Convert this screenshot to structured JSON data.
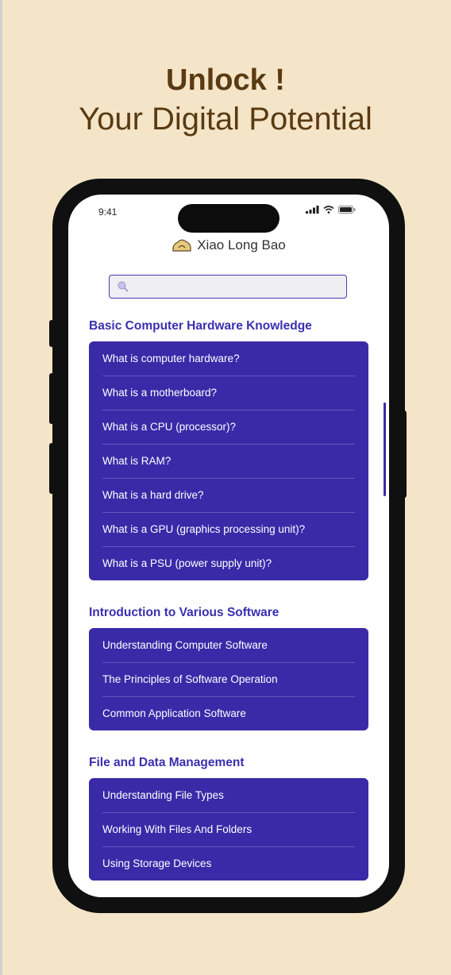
{
  "headline": {
    "line1": "Unlock !",
    "line2": "Your Digital Potential"
  },
  "status_bar": {
    "time": "9:41"
  },
  "brand": {
    "name": "Xiao Long Bao"
  },
  "search": {
    "placeholder": "",
    "value": ""
  },
  "sections": [
    {
      "title": "Basic Computer Hardware Knowledge",
      "items": [
        "What is computer hardware?",
        "What is a motherboard?",
        "What is a CPU (processor)?",
        "What is RAM?",
        "What is a hard drive?",
        "What is a GPU (graphics processing unit)?",
        "What is a PSU (power supply unit)?"
      ]
    },
    {
      "title": "Introduction to Various Software",
      "items": [
        "Understanding Computer Software",
        "The Principles of Software Operation",
        "Common Application Software"
      ]
    },
    {
      "title": "File and Data Management",
      "items": [
        "Understanding File Types",
        "Working With Files And Folders",
        "Using Storage Devices"
      ]
    }
  ],
  "colors": {
    "background": "#f5e5c8",
    "accent": "#3a2aa8",
    "headline": "#5a3a12"
  },
  "icons": [
    "dumpling-logo-icon",
    "search-icon",
    "cellular-signal-icon",
    "wifi-icon",
    "battery-icon"
  ]
}
